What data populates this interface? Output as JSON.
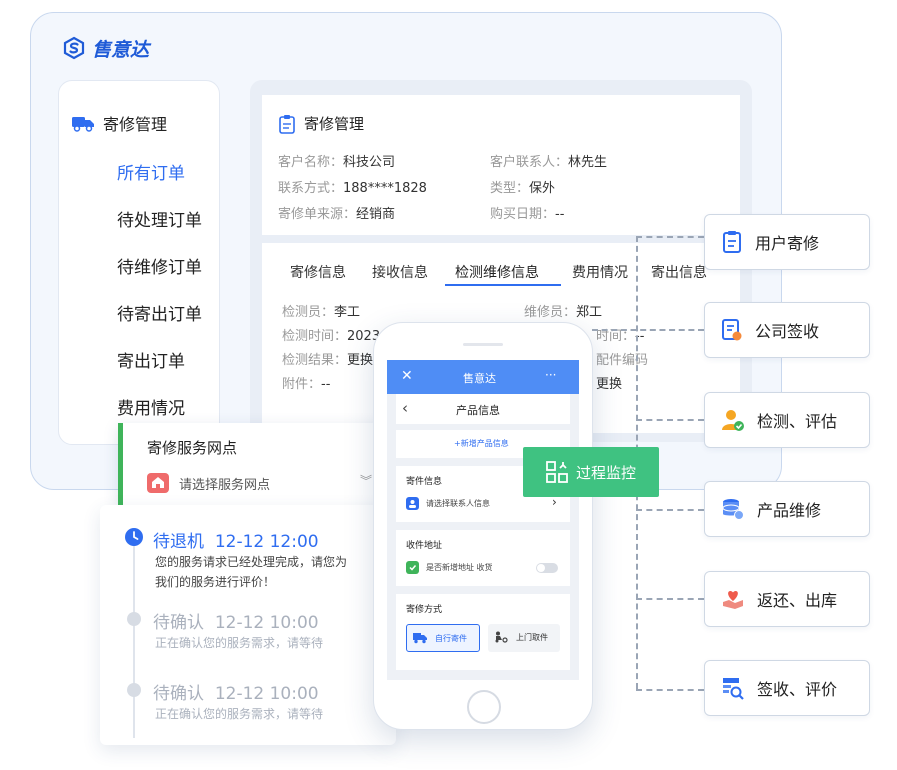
{
  "brand": {
    "name": "售意达"
  },
  "sidebar": {
    "header": "寄修管理",
    "items": [
      "所有订单",
      "待处理订单",
      "待维修订单",
      "待寄出订单",
      "寄出订单",
      "费用情况"
    ]
  },
  "detail": {
    "title": "寄修管理",
    "fields": [
      {
        "label": "客户名称：",
        "value": "科技公司"
      },
      {
        "label": "客户联系人：",
        "value": "林先生"
      },
      {
        "label": "联系方式：",
        "value": "188****1828"
      },
      {
        "label": "类型：",
        "value": "保外"
      },
      {
        "label": "寄修单来源：",
        "value": "经销商"
      },
      {
        "label": "购买日期：",
        "value": "--"
      }
    ],
    "tabs": [
      "寄修信息",
      "接收信息",
      "检测维修信息",
      "费用情况",
      "寄出信息"
    ],
    "inspect": [
      {
        "label": "检测员：",
        "value": "李工"
      },
      {
        "label": "维修员：",
        "value": "郑工"
      },
      {
        "label": "检测时间：",
        "value": "2023"
      },
      {
        "label": "时间：",
        "value": "--"
      },
      {
        "label": "检测结果：",
        "value": "更换"
      },
      {
        "label": "配件编码",
        "value": ""
      },
      {
        "label": "附件：",
        "value": "--"
      },
      {
        "label": "",
        "value": "更换"
      }
    ]
  },
  "service_point": {
    "title": "寄修服务网点",
    "placeholder": "请选择服务网点"
  },
  "timeline": [
    {
      "status": "待退机",
      "time": "12-12  12:00",
      "desc": [
        "您的服务请求已经处理完成，请您为",
        "我们的服务进行评价！"
      ]
    },
    {
      "status": "待确认",
      "time": "12-12  10:00",
      "desc": [
        "正在确认您的服务需求，请等待"
      ]
    },
    {
      "status": "待确认",
      "time": "12-12  10:00",
      "desc": [
        "正在确认您的服务需求，请等待"
      ]
    }
  ],
  "phone": {
    "close": "✕",
    "title": "售意达",
    "more": "···",
    "back": "‹",
    "subtitle": "产品信息",
    "add_product": "+新增产品信息",
    "sender_label": "寄件信息",
    "sender_value": "请选择联系人信息",
    "address_label": "收件地址",
    "address_value": "是否新增地址 收货",
    "method_label": "寄修方式",
    "method_self": "自行寄件",
    "method_pickup": "上门取件"
  },
  "monitor": {
    "label": "过程监控"
  },
  "steps": [
    "用户寄修",
    "公司签收",
    "检测、评估",
    "产品维修",
    "返还、出库",
    "签收、评价"
  ],
  "colors": {
    "primary": "#2f6df0",
    "accent_green": "#3fc281",
    "brand": "#1f5bd7"
  }
}
